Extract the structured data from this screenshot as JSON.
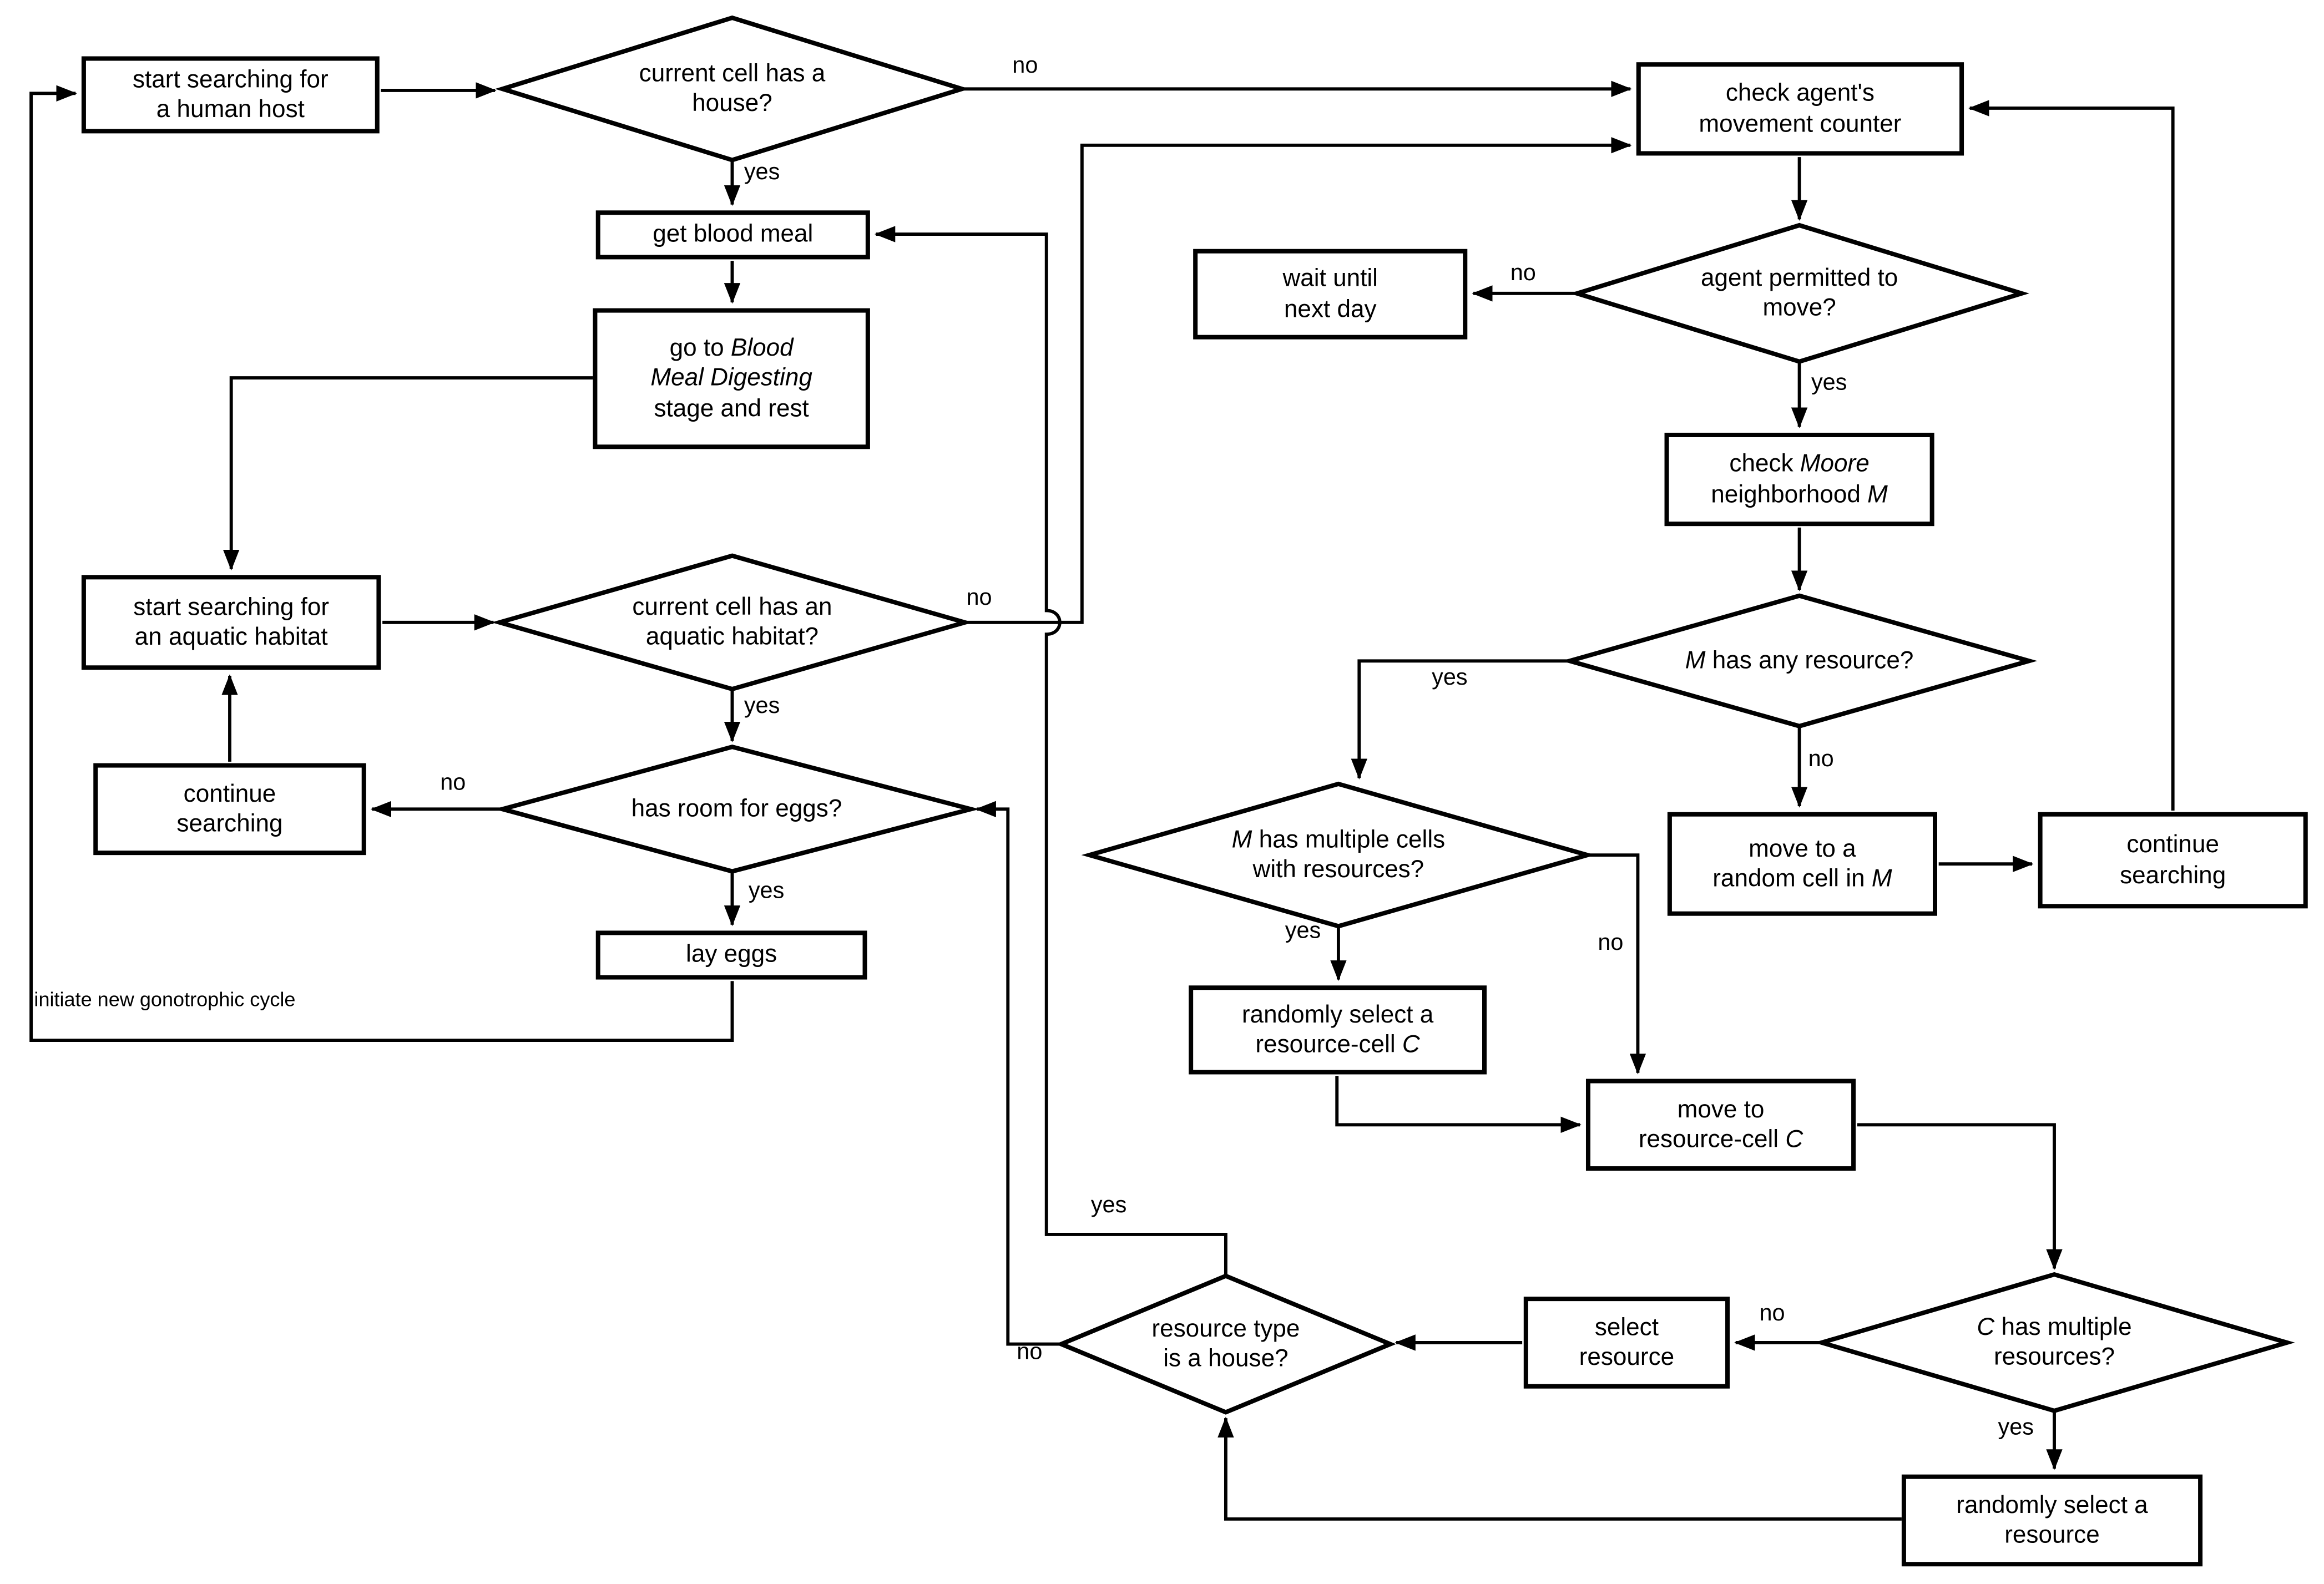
{
  "figure": {
    "type": "flowchart",
    "background_color": "#ffffff",
    "line_color": "#000000",
    "text_color": "#000000"
  },
  "nodes": {
    "start_human": {
      "shape": "rect",
      "lines": [
        [
          {
            "t": "start searching for",
            "i": false
          }
        ],
        [
          {
            "t": "a human host",
            "i": false
          }
        ]
      ]
    },
    "house": {
      "shape": "diamond",
      "lines": [
        [
          {
            "t": "current cell has a",
            "i": false
          }
        ],
        [
          {
            "t": "house?",
            "i": false
          }
        ]
      ]
    },
    "check_counter": {
      "shape": "rect",
      "lines": [
        [
          {
            "t": "check agent's",
            "i": false
          }
        ],
        [
          {
            "t": "movement counter",
            "i": false
          }
        ]
      ]
    },
    "get_blood": {
      "shape": "rect",
      "lines": [
        [
          {
            "t": "get blood meal",
            "i": false
          }
        ]
      ]
    },
    "go_bmd": {
      "shape": "rect",
      "lines": [
        [
          {
            "t": "go to ",
            "i": false
          },
          {
            "t": "Blood",
            "i": true
          }
        ],
        [
          {
            "t": "Meal Digesting",
            "i": true
          }
        ],
        [
          {
            "t": "stage and rest",
            "i": false
          }
        ]
      ]
    },
    "start_aquatic": {
      "shape": "rect",
      "lines": [
        [
          {
            "t": "start searching for",
            "i": false
          }
        ],
        [
          {
            "t": "an aquatic habitat",
            "i": false
          }
        ]
      ]
    },
    "aquatic": {
      "shape": "diamond",
      "lines": [
        [
          {
            "t": "current cell has an",
            "i": false
          }
        ],
        [
          {
            "t": "aquatic habitat?",
            "i": false
          }
        ]
      ]
    },
    "cont_search_l": {
      "shape": "rect",
      "lines": [
        [
          {
            "t": "continue",
            "i": false
          }
        ],
        [
          {
            "t": "searching",
            "i": false
          }
        ]
      ]
    },
    "eggs": {
      "shape": "diamond",
      "lines": [
        [
          {
            "t": "has room for eggs?",
            "i": false
          }
        ]
      ]
    },
    "lay_eggs": {
      "shape": "rect",
      "lines": [
        [
          {
            "t": "lay eggs",
            "i": false
          }
        ]
      ]
    },
    "wait_next": {
      "shape": "rect",
      "lines": [
        [
          {
            "t": "wait until",
            "i": false
          }
        ],
        [
          {
            "t": "next day",
            "i": false
          }
        ]
      ]
    },
    "permitted": {
      "shape": "diamond",
      "lines": [
        [
          {
            "t": "agent permitted to",
            "i": false
          }
        ],
        [
          {
            "t": "move?",
            "i": false
          }
        ]
      ]
    },
    "check_moore": {
      "shape": "rect",
      "lines": [
        [
          {
            "t": "check ",
            "i": false
          },
          {
            "t": "Moore",
            "i": true
          }
        ],
        [
          {
            "t": "neighborhood ",
            "i": false
          },
          {
            "t": "M",
            "i": true
          }
        ]
      ]
    },
    "m_any": {
      "shape": "diamond",
      "lines": [
        [
          {
            "t": "M",
            "i": true
          },
          {
            "t": " has any resource?",
            "i": false
          }
        ]
      ]
    },
    "m_multi": {
      "shape": "diamond",
      "lines": [
        [
          {
            "t": "M",
            "i": true
          },
          {
            "t": " has multiple cells",
            "i": false
          }
        ],
        [
          {
            "t": "with resources?",
            "i": false
          }
        ]
      ]
    },
    "move_random": {
      "shape": "rect",
      "lines": [
        [
          {
            "t": "move to a",
            "i": false
          }
        ],
        [
          {
            "t": "random cell in ",
            "i": false
          },
          {
            "t": "M",
            "i": true
          }
        ]
      ]
    },
    "cont_search_r": {
      "shape": "rect",
      "lines": [
        [
          {
            "t": "continue",
            "i": false
          }
        ],
        [
          {
            "t": "searching",
            "i": false
          }
        ]
      ]
    },
    "rand_cell_c": {
      "shape": "rect",
      "lines": [
        [
          {
            "t": "randomly select a",
            "i": false
          }
        ],
        [
          {
            "t": "resource-cell ",
            "i": false
          },
          {
            "t": "C",
            "i": true
          }
        ]
      ]
    },
    "move_c": {
      "shape": "rect",
      "lines": [
        [
          {
            "t": "move to",
            "i": false
          }
        ],
        [
          {
            "t": "resource-cell ",
            "i": false
          },
          {
            "t": "C",
            "i": true
          }
        ]
      ]
    },
    "c_multi": {
      "shape": "diamond",
      "lines": [
        [
          {
            "t": "C",
            "i": true
          },
          {
            "t": " has multiple",
            "i": false
          }
        ],
        [
          {
            "t": "resources?",
            "i": false
          }
        ]
      ]
    },
    "select_res": {
      "shape": "rect",
      "lines": [
        [
          {
            "t": "select",
            "i": false
          }
        ],
        [
          {
            "t": "resource",
            "i": false
          }
        ]
      ]
    },
    "rand_res": {
      "shape": "rect",
      "lines": [
        [
          {
            "t": "randomly select a",
            "i": false
          }
        ],
        [
          {
            "t": "resource",
            "i": false
          }
        ]
      ]
    },
    "res_house": {
      "shape": "diamond",
      "lines": [
        [
          {
            "t": "resource type",
            "i": false
          }
        ],
        [
          {
            "t": "is a house?",
            "i": false
          }
        ]
      ]
    }
  },
  "edge_labels": {
    "house_no": "no",
    "house_yes": "yes",
    "aquatic_no": "no",
    "aquatic_yes": "yes",
    "eggs_no": "no",
    "eggs_yes": "yes",
    "permitted_no": "no",
    "permitted_yes": "yes",
    "m_any_yes": "yes",
    "m_any_no": "no",
    "m_multi_yes": "yes",
    "m_multi_no": "no",
    "c_multi_yes": "yes",
    "c_multi_no": "no",
    "res_house_yes": "yes",
    "res_house_no": "no",
    "gonotrophic": "initiate new gonotrophic cycle"
  }
}
